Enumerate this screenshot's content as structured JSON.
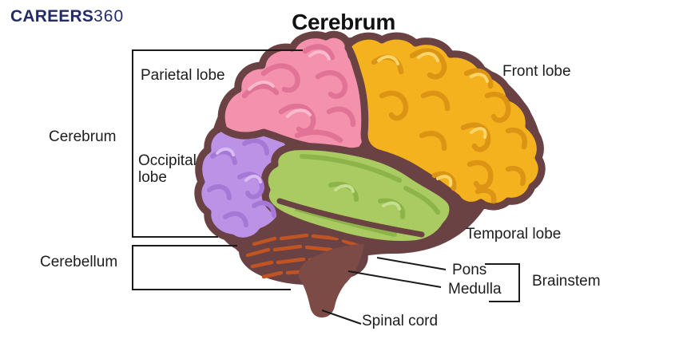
{
  "logo": {
    "part1": "CAREERS",
    "part2": "360"
  },
  "title": "Cerebrum",
  "labels": {
    "parietal": "Parietal lobe",
    "cerebrum": "Cerebrum",
    "occipital": "Occipital\nlobe",
    "front": "Front lobe",
    "temporal": "Temporal lobe",
    "cerebellum": "Cerebellum",
    "pons": "Pons",
    "medulla": "Medulla",
    "brainstem": "Brainstem",
    "spinal": "Spinal cord"
  },
  "colors": {
    "outline": "#6B4243",
    "pink": "#F491AD",
    "pink_shade": "#E17396",
    "pink_light": "#F9BACD",
    "yellow": "#F4B21F",
    "yellow_shade": "#DB9413",
    "yellow_light": "#FCD56A",
    "purple": "#BB92E6",
    "purple_shade": "#A678D6",
    "purple_light": "#D8BCF2",
    "green": "#A9CB61",
    "green_shade": "#8CB449",
    "green_light": "#C6DE8F",
    "stem_brown": "#7C4B46",
    "stripe_orange": "#C05423",
    "line": "#1b1b1b",
    "logo_navy": "#232b6a",
    "text": "#1d1d1d"
  }
}
